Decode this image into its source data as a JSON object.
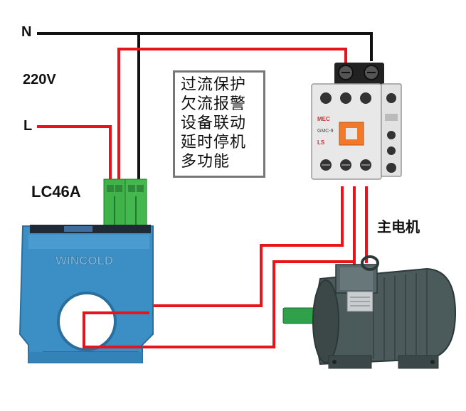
{
  "labels": {
    "neutral": "N",
    "voltage": "220V",
    "live": "L",
    "model": "LC46A",
    "motor": "主电机"
  },
  "function_box": {
    "lines": [
      "过流保护",
      "欠流报警",
      "设备联动",
      "延时停机",
      "多功能"
    ]
  },
  "device": {
    "brand": "WINCOLD"
  },
  "contactor": {
    "brand_left": "MEC",
    "model": "GMC-9",
    "brand_bottom": "LS"
  },
  "colors": {
    "wire_live": "#e8141b",
    "wire_neutral": "#111111",
    "sensor_body": "#3b8fc4",
    "terminal_green": "#3fb24a",
    "motor_body": "#4b5a5a",
    "motor_shaft": "#2fa14a"
  }
}
